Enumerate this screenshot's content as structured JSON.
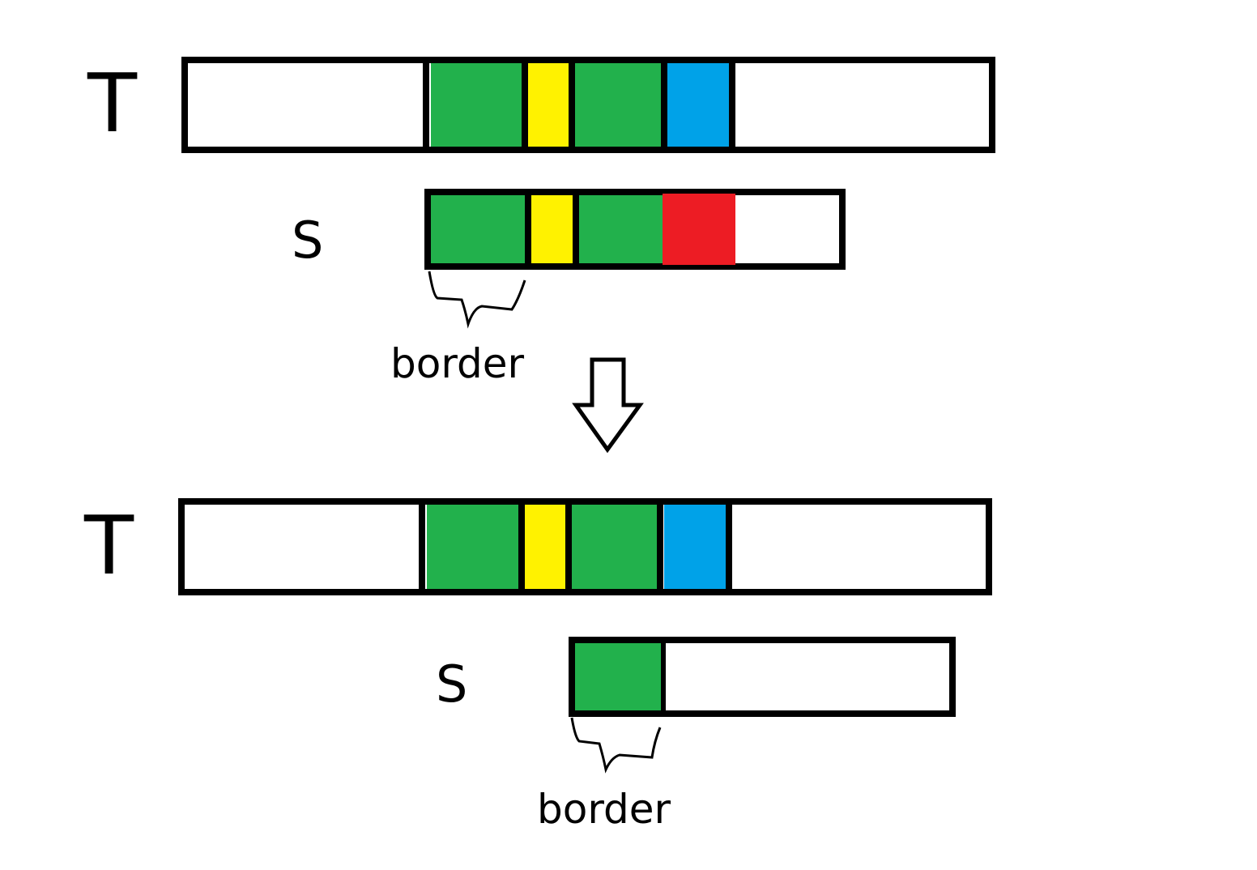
{
  "colors": {
    "green": "#22b14c",
    "yellow": "#fff200",
    "blue": "#00a2e8",
    "red": "#ed1c24",
    "white": "#ffffff",
    "outline": "#000000"
  },
  "before": {
    "text_label": "T",
    "pattern_label": "S",
    "border_label": "border",
    "text_segments": [
      "white",
      "green",
      "yellow",
      "green",
      "blue",
      "white"
    ],
    "pattern_segments": [
      "green",
      "yellow",
      "green",
      "red",
      "white"
    ]
  },
  "after": {
    "text_label": "T",
    "pattern_label": "S",
    "border_label": "border",
    "text_segments": [
      "white",
      "green",
      "yellow",
      "green",
      "blue",
      "white"
    ],
    "pattern_segments": [
      "green",
      "white"
    ]
  }
}
